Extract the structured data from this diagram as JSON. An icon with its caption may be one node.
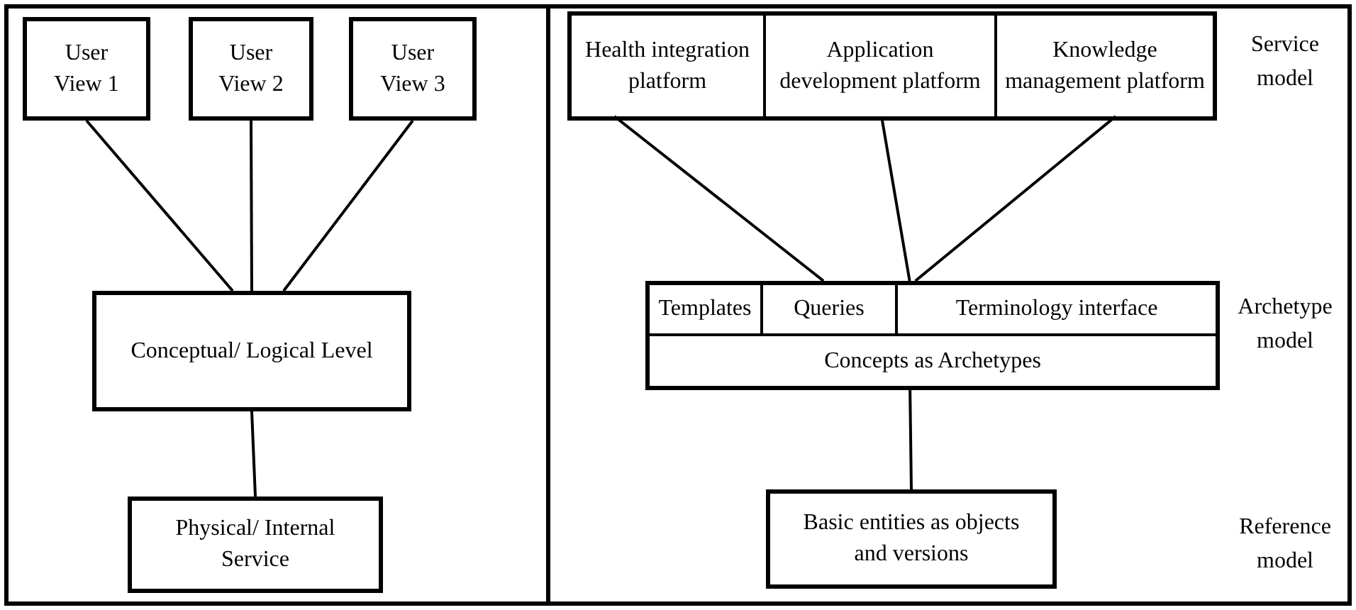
{
  "diagram": {
    "nodes": [
      {
        "text": [],
        "shape": "box"
      },
      {
        "text": [
          "User View 1"
        ],
        "in": 0
      },
      {
        "text": [
          "User View 2"
        ],
        "in": 0
      },
      {
        "text": [
          "User View 3"
        ],
        "in": 0
      },
      {
        "text": [
          "Conceptual/ Logical Level"
        ],
        "in": 0
      },
      {
        "text": [
          "Physical/ Internal Service"
        ],
        "in": 0
      },
      {
        "text": [],
        "shape": "box"
      },
      {
        "text": [],
        "shape": "box",
        "in": 6
      },
      {
        "text": [
          "Health integration platform"
        ],
        "in": 7
      },
      {
        "text": [
          "Application development platform"
        ],
        "in": 7
      },
      {
        "text": [
          "Knowledge management platform"
        ],
        "in": 7
      },
      {
        "text": [],
        "shape": "box",
        "in": 6
      },
      {
        "text": [
          "Templates"
        ],
        "in": 11
      },
      {
        "text": [
          "Queries"
        ],
        "in": 11
      },
      {
        "text": [
          "Terminology interface"
        ],
        "in": 11
      },
      {
        "text": [
          "Concepts as Archetypes"
        ],
        "in": 11
      },
      {
        "text": [
          "Basic entities as objects and versions"
        ],
        "in": 6
      }
    ],
    "edges": [
      {
        "from": 1,
        "to": 4,
        "arrow": "none"
      },
      {
        "from": 2,
        "to": 4,
        "arrow": "none"
      },
      {
        "from": 3,
        "to": 4,
        "arrow": "none"
      },
      {
        "from": 4,
        "to": 5,
        "arrow": "none"
      },
      {
        "from": 8,
        "to": 11,
        "arrow": "none"
      },
      {
        "from": 9,
        "to": 11,
        "arrow": "none"
      },
      {
        "from": 10,
        "to": 11,
        "arrow": "none"
      },
      {
        "from": 15,
        "to": 16,
        "arrow": "none"
      }
    ],
    "labels": [
      "Service model",
      "Archetype model",
      "Reference model"
    ]
  }
}
